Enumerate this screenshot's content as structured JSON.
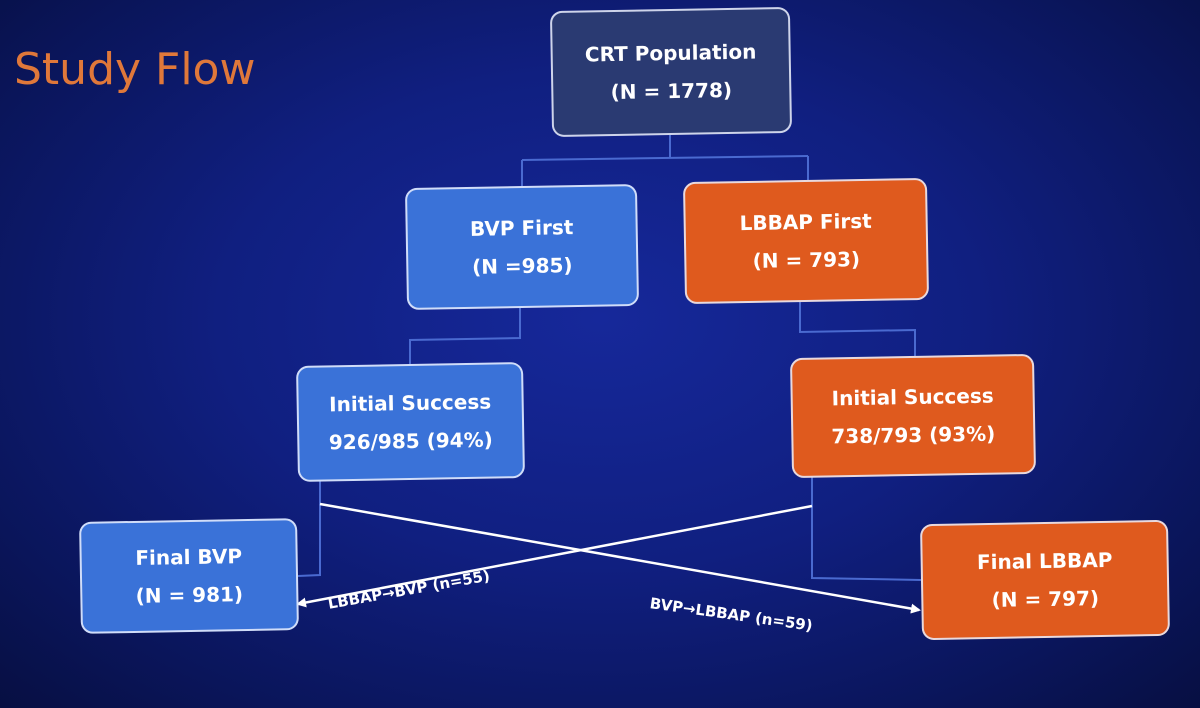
{
  "title": "Study Flow",
  "boxes": {
    "crt": {
      "line1": "CRT Population",
      "line2": "(N = 1778)"
    },
    "bvp_first": {
      "line1": "BVP First",
      "line2": "(N =985)"
    },
    "lbbap_first": {
      "line1": "LBBAP First",
      "line2": "(N = 793)"
    },
    "initial_left": {
      "line1": "Initial Success",
      "line2": "926/985 (94%)"
    },
    "initial_right": {
      "line1": "Initial Success",
      "line2": "738/793 (93%)"
    },
    "final_bvp": {
      "line1": "Final BVP",
      "line2": "(N = 981)"
    },
    "final_lbbap": {
      "line1": "Final LBBAP",
      "line2": "(N = 797)"
    }
  },
  "crossovers": {
    "to_bvp": "LBBAP→BVP (n=55)",
    "to_lbbap": "BVP→LBBAP (n=59)"
  },
  "colors": {
    "title": "#e0783a",
    "top_box": "#2a3a72",
    "bvp": "#3a72d8",
    "lbbap": "#df5a1e",
    "background": "#101f80"
  }
}
